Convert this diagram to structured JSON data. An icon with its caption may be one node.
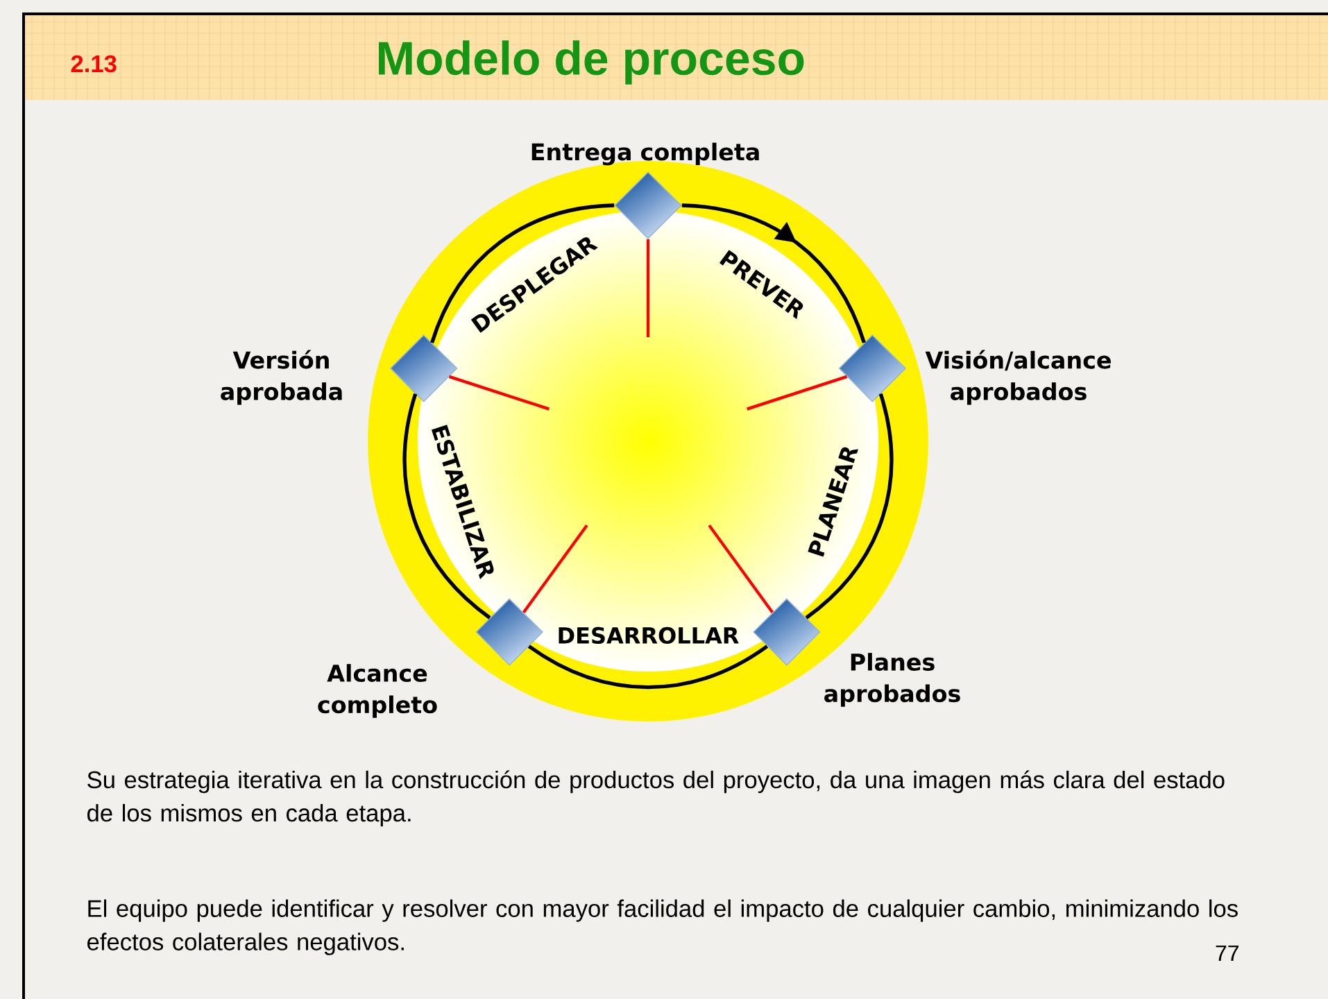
{
  "diagram": {
    "title": "Modelo de proceso",
    "nodes": [
      {
        "text": [],
        "shape": "diamond",
        "beside": [
          "Entrega completa"
        ]
      },
      {
        "text": [],
        "shape": "diamond",
        "beside": [
          "Visión/alcance aprobados"
        ]
      },
      {
        "text": [],
        "shape": "diamond",
        "beside": [
          "Planes aprobados"
        ]
      },
      {
        "text": [],
        "shape": "diamond",
        "beside": [
          "Alcance completo"
        ]
      },
      {
        "text": [],
        "shape": "diamond",
        "beside": [
          "Versión aprobada"
        ]
      }
    ],
    "edges": [
      {
        "from": 0,
        "to": 1,
        "arrow": "to",
        "label": "PREVER"
      },
      {
        "from": 1,
        "to": 2,
        "arrow": "none",
        "label": "PLANEAR"
      },
      {
        "from": 2,
        "to": 3,
        "arrow": "none",
        "label": "DESARROLLAR"
      },
      {
        "from": 3,
        "to": 4,
        "arrow": "none",
        "label": "ESTABILIZAR"
      },
      {
        "from": 4,
        "to": 0,
        "arrow": "none",
        "label": "DESPLEGAR"
      },
      {
        "from": 0,
        "to": null,
        "arrow": "none",
        "color": "#ff0000"
      },
      {
        "from": 1,
        "to": null,
        "arrow": "none",
        "color": "#ff0000"
      },
      {
        "from": 2,
        "to": null,
        "arrow": "none",
        "color": "#ff0000"
      },
      {
        "from": 3,
        "to": null,
        "arrow": "none",
        "color": "#ff0000"
      },
      {
        "from": 4,
        "to": null,
        "arrow": "none",
        "color": "#ff0000"
      }
    ],
    "labels": [
      "2.13",
      "Su estrategia iterativa en la construcción de productos del proyecto, da una imagen más clara del estado de los mismos en cada etapa.",
      "El equipo puede identificar y resolver con mayor facilidad el impacto de cualquier cambio, minimizando los efectos colaterales negativos.",
      "77"
    ]
  }
}
